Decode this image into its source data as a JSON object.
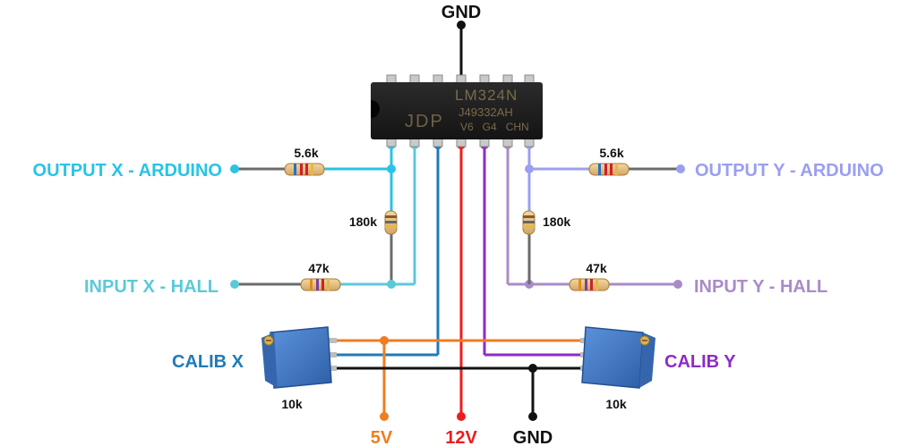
{
  "chip": {
    "part_number": "LM324N",
    "logo": "JDP",
    "lot_code": "J49332AH",
    "date_code": "V6   G4   CHN"
  },
  "labels": {
    "gnd_top": "GND",
    "output_x": "OUTPUT X - ARDUINO",
    "output_y": "OUTPUT Y - ARDUINO",
    "input_x": "INPUT X - HALL",
    "input_y": "INPUT Y - HALL",
    "calib_x": "CALIB X",
    "calib_y": "CALIB Y",
    "supply_5v": "5V",
    "supply_12v": "12V",
    "gnd_bottom": "GND"
  },
  "resistors": {
    "r_out_x": "5.6k",
    "r_out_y": "5.6k",
    "r_fb_x": "180k",
    "r_fb_y": "180k",
    "r_in_x": "47k",
    "r_in_y": "47k"
  },
  "pots": {
    "pot_x": "10k",
    "pot_y": "10k"
  },
  "colors": {
    "output_x": "#29c3e6",
    "input_x": "#5cc9d9",
    "calib_x": "#1e7bb8",
    "supply_12v": "#ee1c1c",
    "calib_y": "#8e2bc4",
    "input_y": "#a98bc8",
    "output_y": "#9a9ff0",
    "supply_5v": "#f07d1e",
    "gnd": "#111111",
    "wire_grey": "#6b6b6b",
    "pot_blue": "#3f78c4"
  }
}
